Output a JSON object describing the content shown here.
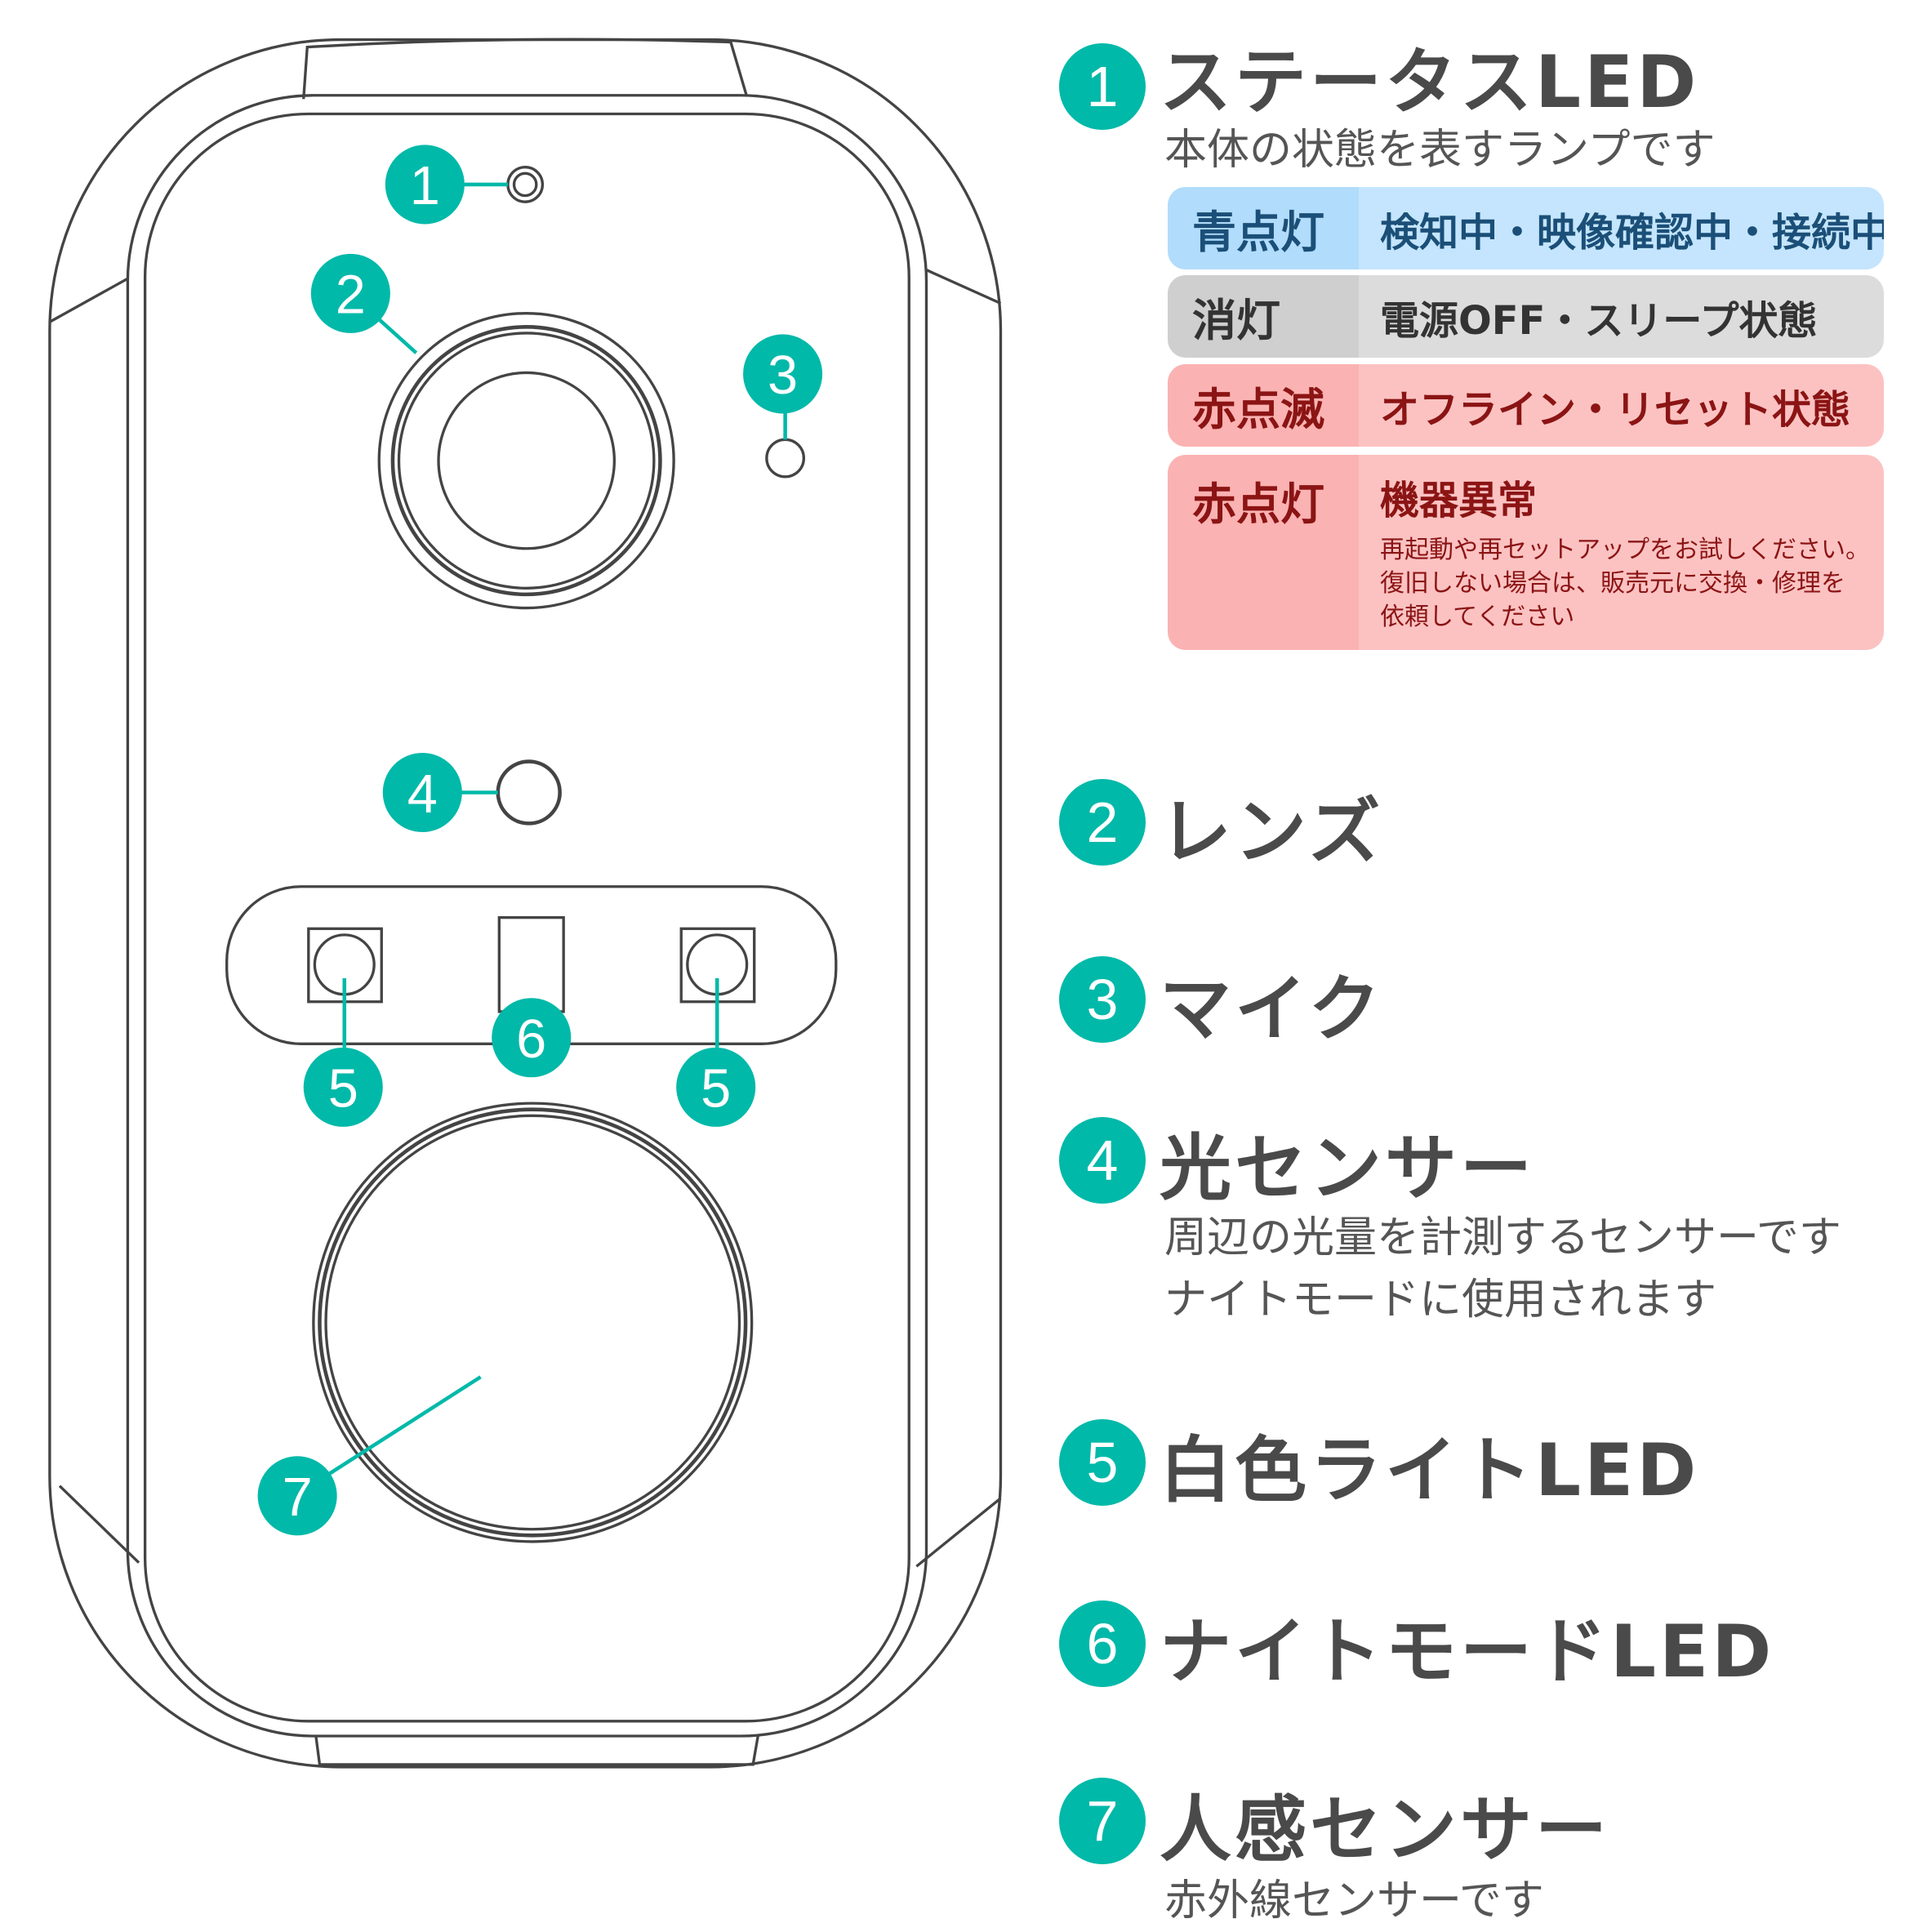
{
  "callouts": [
    "1",
    "2",
    "3",
    "4",
    "5",
    "6",
    "7"
  ],
  "items": [
    {
      "num": "1",
      "title": "ステータスLED",
      "desc": [
        "本体の状態を表すランプです"
      ]
    },
    {
      "num": "2",
      "title": "レンズ"
    },
    {
      "num": "3",
      "title": "マイク"
    },
    {
      "num": "4",
      "title": "光センサー",
      "desc": [
        "周辺の光量を計測するセンサーです",
        "ナイトモードに使用されます"
      ]
    },
    {
      "num": "5",
      "title": "白色ライトLED"
    },
    {
      "num": "6",
      "title": "ナイトモードLED"
    },
    {
      "num": "7",
      "title": "人感センサー",
      "desc": [
        "赤外線センサーです"
      ]
    }
  ],
  "status_table": [
    {
      "state": "青点灯",
      "meaning": "検知中・映像確認中・接続中"
    },
    {
      "state": "消灯",
      "meaning": "電源OFF・スリープ状態"
    },
    {
      "state": "赤点滅",
      "meaning": "オフライン・リセット状態"
    },
    {
      "state": "赤点灯",
      "meaning": "機器異常",
      "note": [
        "再起動や再セットアップをお試しください。",
        "復旧しない場合は、販売元に交換・修理を",
        "依頼してください"
      ]
    }
  ],
  "colors": {
    "accent": "#00b9a9",
    "blue": "#c4e5fd",
    "gray": "#dcdcdc",
    "red": "#fcc2c2"
  }
}
